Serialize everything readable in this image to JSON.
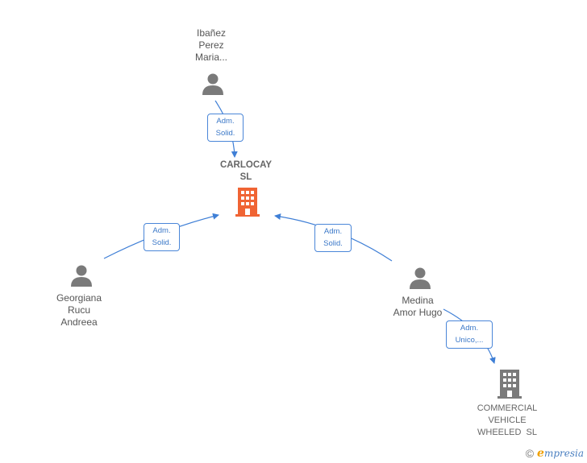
{
  "colors": {
    "edge": "#3f7fd6",
    "person": "#7a7a7a",
    "main_company": "#f06434",
    "company": "#7a7a7a"
  },
  "nodes": {
    "ibanez": {
      "lines": [
        "Ibañez",
        "Perez",
        "Maria..."
      ],
      "icon": "person-icon"
    },
    "carlocay": {
      "lines": [
        "CARLOCAY",
        "SL"
      ],
      "icon": "building-icon"
    },
    "georgiana": {
      "lines": [
        "Georgiana",
        "Rucu",
        "Andreea"
      ],
      "icon": "person-icon"
    },
    "medina": {
      "lines": [
        "Medina",
        "Amor Hugo"
      ],
      "icon": "person-icon"
    },
    "commercial": {
      "lines": [
        "COMMERCIAL",
        "VEHICLE",
        "WHEELED  SL"
      ],
      "icon": "building-icon"
    }
  },
  "edges": {
    "ibanez_carlocay": [
      "Adm.",
      "Solid."
    ],
    "georgiana_carlocay": [
      "Adm.",
      "Solid."
    ],
    "medina_carlocay": [
      "Adm.",
      "Solid."
    ],
    "medina_commercial": [
      "Adm.",
      "Unico,..."
    ]
  },
  "brand": {
    "copyright": "©",
    "name_first": "e",
    "name_rest": "mpresia"
  }
}
